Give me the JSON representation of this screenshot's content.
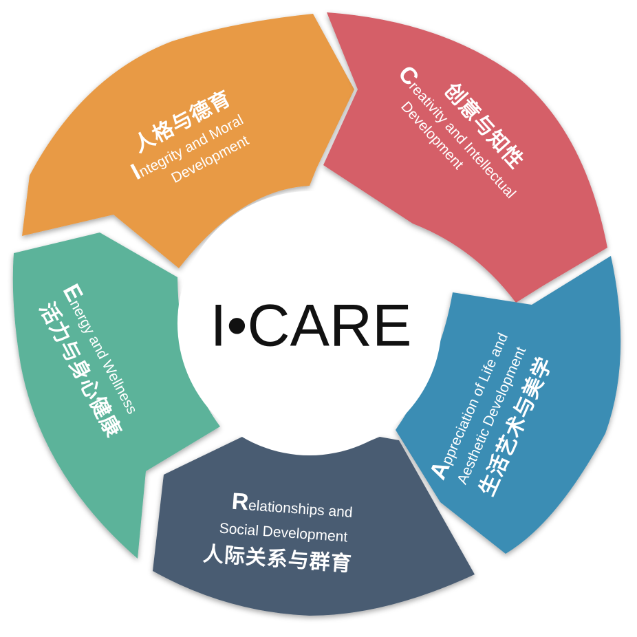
{
  "center": {
    "title": "I•CARE"
  },
  "segments": {
    "integrity": {
      "color": "#E89A45",
      "cn": "人格与德育",
      "initial": "I",
      "en_line1_rest": "ntegrity and Moral",
      "en_line2": "Development"
    },
    "creativity": {
      "color": "#D55E68",
      "cn": "创意与知性",
      "initial": "C",
      "en_line1_rest": "reativity and Intellectual",
      "en_line2": "Development"
    },
    "appreciation": {
      "color": "#3A8DB4",
      "cn": "生活艺术与美学",
      "initial": "A",
      "en_line1_rest": "ppreciation of Life and",
      "en_line2": "Aesthetic Development"
    },
    "relationships": {
      "color": "#495C72",
      "cn": "人际关系与群育",
      "initial": "R",
      "en_line1_rest": "elationships and",
      "en_line2": "Social Development"
    },
    "energy": {
      "color": "#5BB39A",
      "cn": "活力与身心健康",
      "initial": "E",
      "en_line1_rest": "nergy and Wellness"
    }
  }
}
